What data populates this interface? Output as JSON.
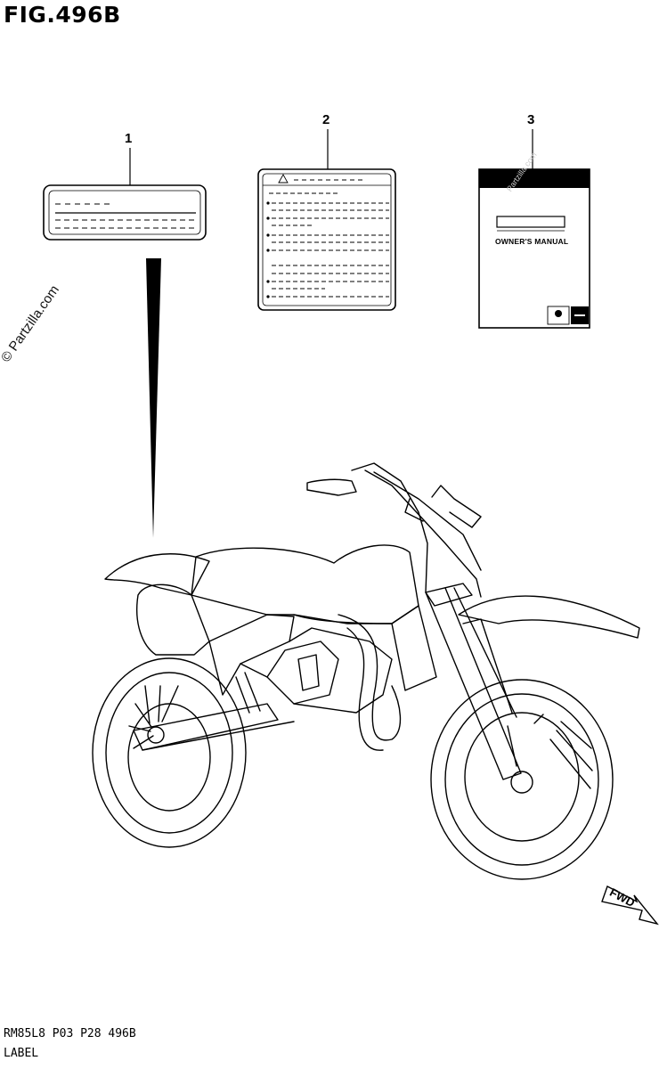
{
  "figure": {
    "title": "FIG.496B"
  },
  "callouts": [
    {
      "number": "1"
    },
    {
      "number": "2"
    },
    {
      "number": "3"
    }
  ],
  "manual": {
    "title": "OWNER'S MANUAL"
  },
  "watermark": {
    "text": "© Partzilla.com"
  },
  "watermark_light": {
    "text": "Partzilla.com"
  },
  "direction": {
    "label": "FWD"
  },
  "footer": {
    "code": "RM85L8 P03 P28 496B",
    "label": "LABEL"
  }
}
